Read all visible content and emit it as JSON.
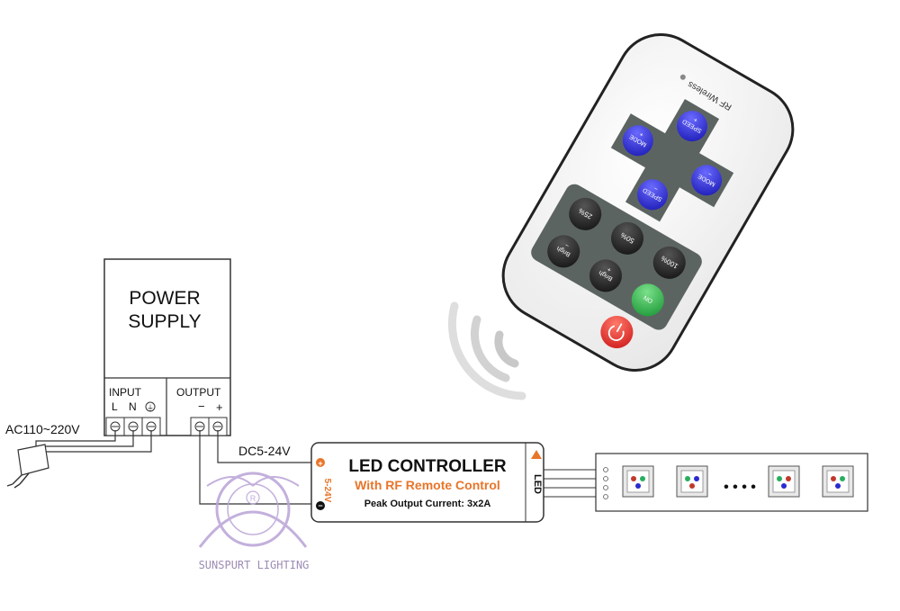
{
  "power_supply": {
    "title_line1": "POWER",
    "title_line2": "SUPPLY",
    "input_label": "INPUT",
    "output_label": "OUTPUT",
    "terminal_l": "L",
    "terminal_n": "N",
    "terminal_ground": "⏚",
    "terminal_minus": "−",
    "terminal_plus": "+"
  },
  "ac_label": "AC110~220V",
  "dc_label": "DC5-24V",
  "controller": {
    "title": "LED CONTROLLER",
    "subtitle": "With RF Remote Control",
    "peak": "Peak Output Current: 3x2A",
    "side_label": "5-24V",
    "led_label": "LED",
    "plus_symbol": "+",
    "minus_symbol": "−"
  },
  "remote": {
    "brand": "RF Wireless",
    "buttons": [
      {
        "label": "SPEED",
        "sign": "+"
      },
      {
        "label": "MODE",
        "sign": "−"
      },
      {
        "label": "MODE",
        "sign": "+"
      },
      {
        "label": "SPEED",
        "sign": "−"
      },
      {
        "label": "25%",
        "sign": ""
      },
      {
        "label": "Brigh",
        "sign": "−"
      },
      {
        "label": "50%",
        "sign": ""
      },
      {
        "label": "Brigh",
        "sign": "+"
      },
      {
        "label": "100%",
        "sign": ""
      },
      {
        "label": "ON",
        "sign": ""
      }
    ]
  },
  "led_strip": {
    "ellipsis": "• • • •"
  },
  "watermark": {
    "text": "SUNSPURT LIGHTING",
    "mark": "R"
  },
  "colors": {
    "controller_orange": "#e8752a",
    "button_blue": "#2a2ad0",
    "button_dark": "#2a2a2a",
    "button_green": "#2fb34a",
    "button_red": "#e03030",
    "keypad_gray": "#5c6462",
    "watermark_purple": "#b9a3d6"
  }
}
